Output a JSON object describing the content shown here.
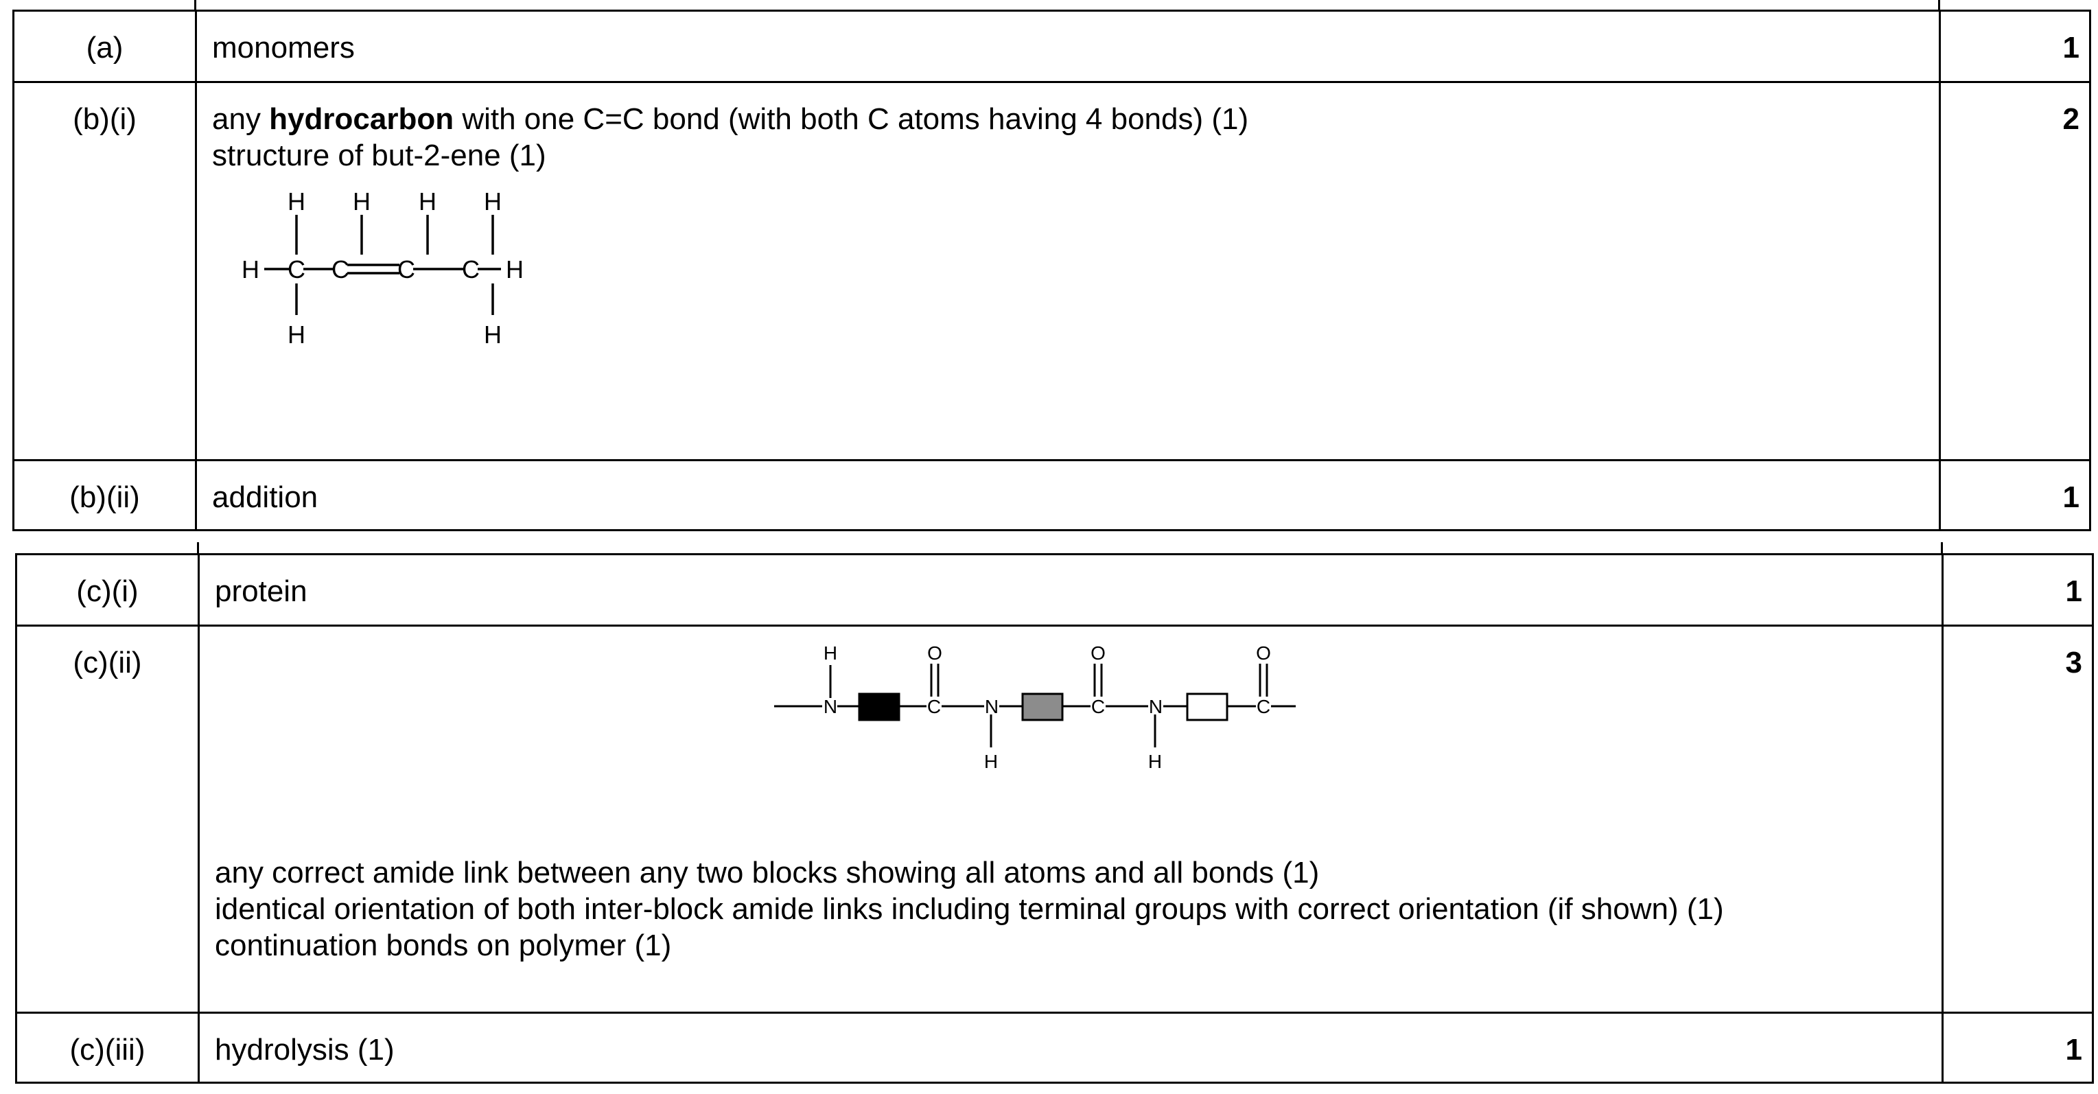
{
  "table1": {
    "rows": [
      {
        "part": "(a)",
        "answer": [
          "monomers"
        ],
        "marks": "1"
      },
      {
        "part": "(b)(i)",
        "line1_pre": "any ",
        "line1_bold": "hydrocarbon",
        "line1_post": " with one C=C bond (with both C atoms having 4 bonds) (1)",
        "line2": "structure of but-2-ene  (1)",
        "marks": "2",
        "structure": {
          "icon": "but-2-ene-structure-icon",
          "atoms": {
            "hydrogen": "H",
            "carbon": "C"
          }
        }
      },
      {
        "part": "(b)(ii)",
        "answer": [
          "addition"
        ],
        "marks": "1"
      }
    ]
  },
  "table2": {
    "rows": [
      {
        "part": "(c)(i)",
        "answer": [
          "protein"
        ],
        "marks": "1"
      },
      {
        "part": "(c)(ii)",
        "marks": "3",
        "diagram": {
          "icon": "polyamide-structure-icon",
          "atoms": {
            "nitrogen": "N",
            "carbon": "C",
            "oxygen": "O",
            "hydrogen": "H"
          },
          "block_colors": [
            "#000000",
            "#8c8c8c",
            "#ffffff"
          ]
        },
        "lines": [
          "any correct amide link between any two blocks showing all atoms and all bonds (1)",
          "identical orientation of both inter-block amide links including terminal groups with correct orientation (if shown) (1)",
          "continuation bonds on polymer (1)"
        ]
      },
      {
        "part": "(c)(iii)",
        "answer": [
          "hydrolysis (1)"
        ],
        "marks": "1"
      }
    ]
  }
}
